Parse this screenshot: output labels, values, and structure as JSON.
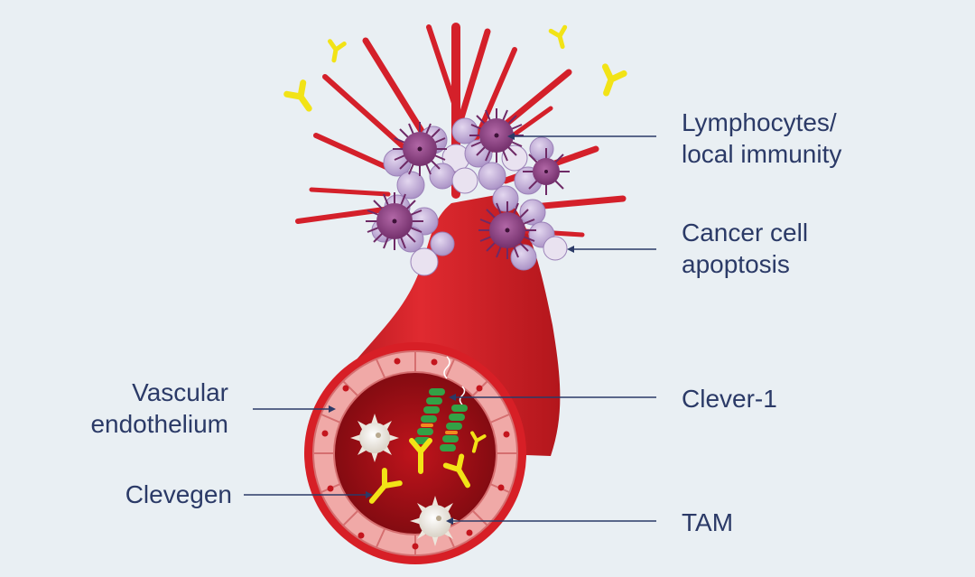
{
  "labels": {
    "lymphocytes": [
      "Lymphocytes/",
      "local immunity"
    ],
    "apoptosis": [
      "Cancer cell",
      "apoptosis"
    ],
    "clever1": "Clever-1",
    "tam": "TAM",
    "vascular": [
      "Vascular",
      "endothelium"
    ],
    "clevegen": "Clevegen"
  },
  "colors": {
    "background": "#e9eff3",
    "label_text": "#2b3a67",
    "vessel": "#d71f26",
    "tumor_cell": "#b7a1d0",
    "lymphocyte": "#8c3b83",
    "antibody": "#f2e316",
    "receptor": "#33a146",
    "macrophage": "#f5f1ea"
  }
}
